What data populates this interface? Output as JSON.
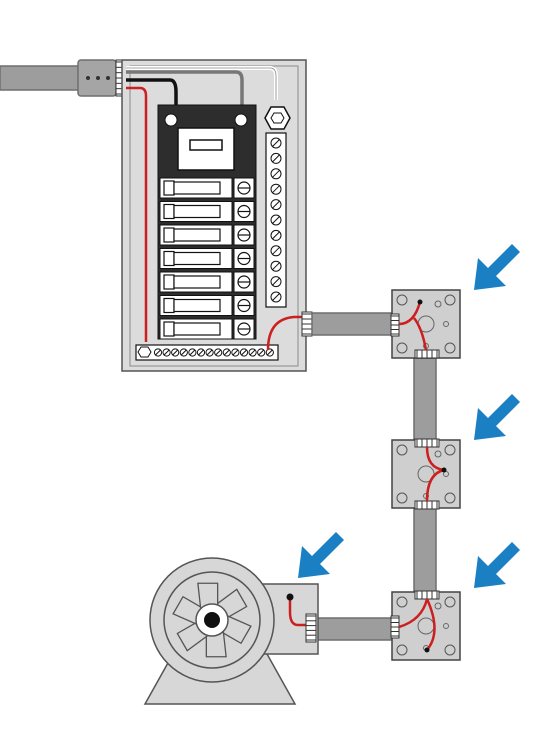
{
  "colors": {
    "background": "#ffffff",
    "conduit": "#9d9d9d",
    "conduit_edge": "#6f6f6f",
    "panel": "#dcdcdc",
    "panel_edge": "#555555",
    "breaker_block": "#2d2d2d",
    "box": "#cfcfcf",
    "wire_red": "#cc1f1f",
    "wire_black": "#111111",
    "wire_white": "#ffffff",
    "arrow": "#1b7fc4",
    "motor": "#d7d7d7"
  },
  "panel": {
    "main_breaker_count": 1,
    "branch_breaker_count": 7,
    "ground_bar_screw_count": 11,
    "neutral_bar_screw_count": 14
  },
  "junction_boxes": [
    {
      "name": "junction-box-1",
      "wire_shape": "branch"
    },
    {
      "name": "junction-box-2",
      "wire_shape": "y-split"
    },
    {
      "name": "junction-box-3",
      "wire_shape": "branch"
    }
  ],
  "arrows": [
    {
      "name": "arrow-junction-box-1",
      "icon": "arrow-down-left-icon"
    },
    {
      "name": "arrow-junction-box-2",
      "icon": "arrow-down-left-icon"
    },
    {
      "name": "arrow-junction-box-3",
      "icon": "arrow-down-left-icon"
    },
    {
      "name": "arrow-motor-box",
      "icon": "arrow-down-left-icon"
    }
  ],
  "motor": {
    "fan_blade_count": 6,
    "icon": "motor-icon"
  }
}
